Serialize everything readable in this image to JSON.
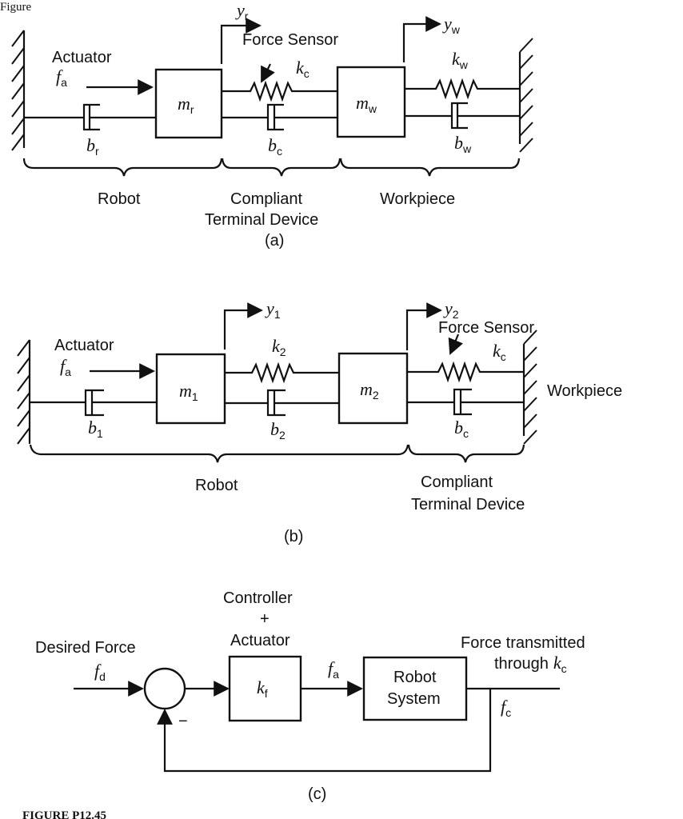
{
  "figure_a": {
    "header_text": "Figure",
    "actuator": "Actuator",
    "force_sensor": "Force Sensor",
    "input_force": {
      "sym": "f",
      "sub": "a"
    },
    "m_r": {
      "sym": "m",
      "sub": "r"
    },
    "m_w": {
      "sym": "m",
      "sub": "w"
    },
    "k_c": {
      "sym": "k",
      "sub": "c"
    },
    "k_w": {
      "sym": "k",
      "sub": "w"
    },
    "b_r": {
      "sym": "b",
      "sub": "r"
    },
    "b_c": {
      "sym": "b",
      "sub": "c"
    },
    "b_w": {
      "sym": "b",
      "sub": "w"
    },
    "y_r": {
      "sym": "y",
      "sub": "r"
    },
    "y_w": {
      "sym": "y",
      "sub": "w"
    },
    "robot": "Robot",
    "compliant_1": "Compliant",
    "compliant_2": "Terminal Device",
    "workpiece": "Workpiece",
    "label": "(a)"
  },
  "figure_b": {
    "actuator": "Actuator",
    "force_sensor": "Force Sensor",
    "input_force": {
      "sym": "f",
      "sub": "a"
    },
    "m_1": {
      "sym": "m",
      "sub": "1"
    },
    "m_2": {
      "sym": "m",
      "sub": "2"
    },
    "k_2": {
      "sym": "k",
      "sub": "2"
    },
    "k_c": {
      "sym": "k",
      "sub": "c"
    },
    "b_1": {
      "sym": "b",
      "sub": "1"
    },
    "b_2": {
      "sym": "b",
      "sub": "2"
    },
    "b_c": {
      "sym": "b",
      "sub": "c"
    },
    "y_1": {
      "sym": "y",
      "sub": "1"
    },
    "y_2": {
      "sym": "y",
      "sub": "2"
    },
    "workpiece": "Workpiece",
    "robot": "Robot",
    "compliant_1": "Compliant",
    "compliant_2": "Terminal Device",
    "label": "(b)"
  },
  "figure_c": {
    "controller_1": "Controller",
    "controller_2": "+",
    "controller_3": "Actuator",
    "desired_1": "Desired Force",
    "f_d": {
      "sym": "f",
      "sub": "d"
    },
    "k_f": {
      "sym": "k",
      "sub": "f"
    },
    "f_a": {
      "sym": "f",
      "sub": "a"
    },
    "robot_1": "Robot",
    "robot_2": "System",
    "transmitted_1": "Force transmitted",
    "transmitted_2": "through",
    "transmitted_k": {
      "sym": "k",
      "sub": "c"
    },
    "f_c": {
      "sym": "f",
      "sub": "c"
    },
    "minus": "−",
    "label": "(c)"
  },
  "caption": "FIGURE P12.45"
}
